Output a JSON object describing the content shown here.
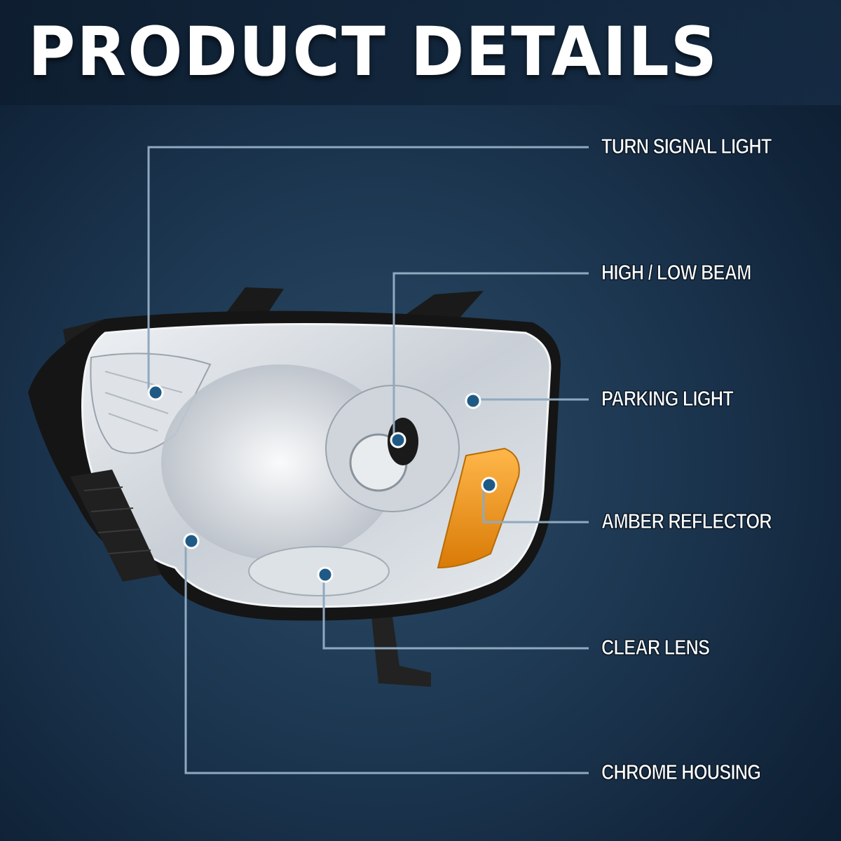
{
  "header": {
    "title": "PRODUCT DETAILS"
  },
  "colors": {
    "background": "#1c3650",
    "leader_line": "#8fa9c0",
    "dot": "#1f5a86",
    "amber": "#f39a1a",
    "chrome": "#d9dde1"
  },
  "callouts": [
    {
      "name": "turn-signal-light",
      "label": "TURN SIGNAL LIGHT"
    },
    {
      "name": "high-low-beam",
      "label": "HIGH / LOW BEAM"
    },
    {
      "name": "parking-light",
      "label": "PARKING LIGHT"
    },
    {
      "name": "amber-reflector",
      "label": "AMBER REFLECTOR"
    },
    {
      "name": "clear-lens",
      "label": "CLEAR LENS"
    },
    {
      "name": "chrome-housing",
      "label": "CHROME HOUSING"
    }
  ],
  "product_image": {
    "icon": "headlight-assembly-icon"
  }
}
